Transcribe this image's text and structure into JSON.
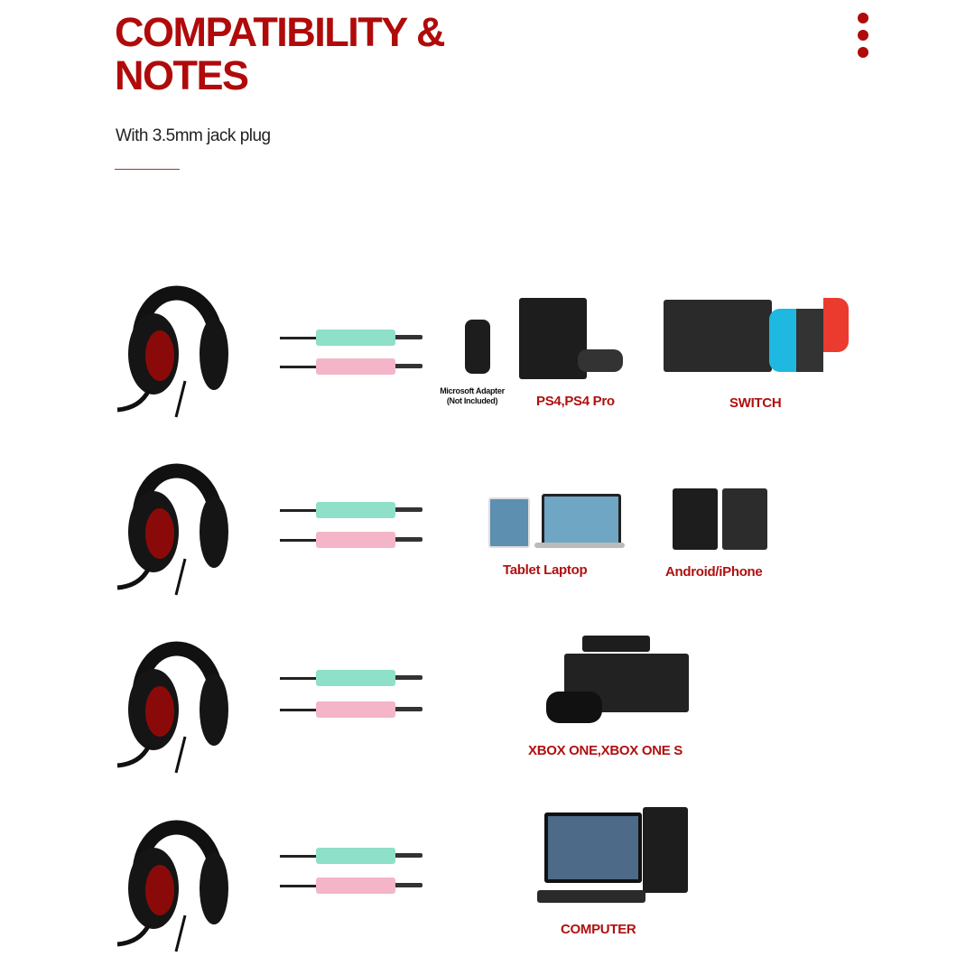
{
  "header": {
    "title_line1": "COMPATIBILITY &",
    "title_line2": "NOTES",
    "subtitle": "With 3.5mm jack plug"
  },
  "colors": {
    "accent": "#b00a0a",
    "mic_plug": "#8fe0c8",
    "audio_plug": "#f4b5c8"
  },
  "rows": [
    {
      "devices": [
        {
          "label": "Microsoft Adapter (Not Included)"
        },
        {
          "label": "PS4,PS4 Pro"
        },
        {
          "label": "SWITCH"
        }
      ]
    },
    {
      "devices": [
        {
          "label": "Tablet Laptop"
        },
        {
          "label": "Android/iPhone"
        }
      ]
    },
    {
      "devices": [
        {
          "label": "XBOX ONE,XBOX ONE S"
        }
      ]
    },
    {
      "devices": [
        {
          "label": "COMPUTER"
        }
      ]
    }
  ]
}
